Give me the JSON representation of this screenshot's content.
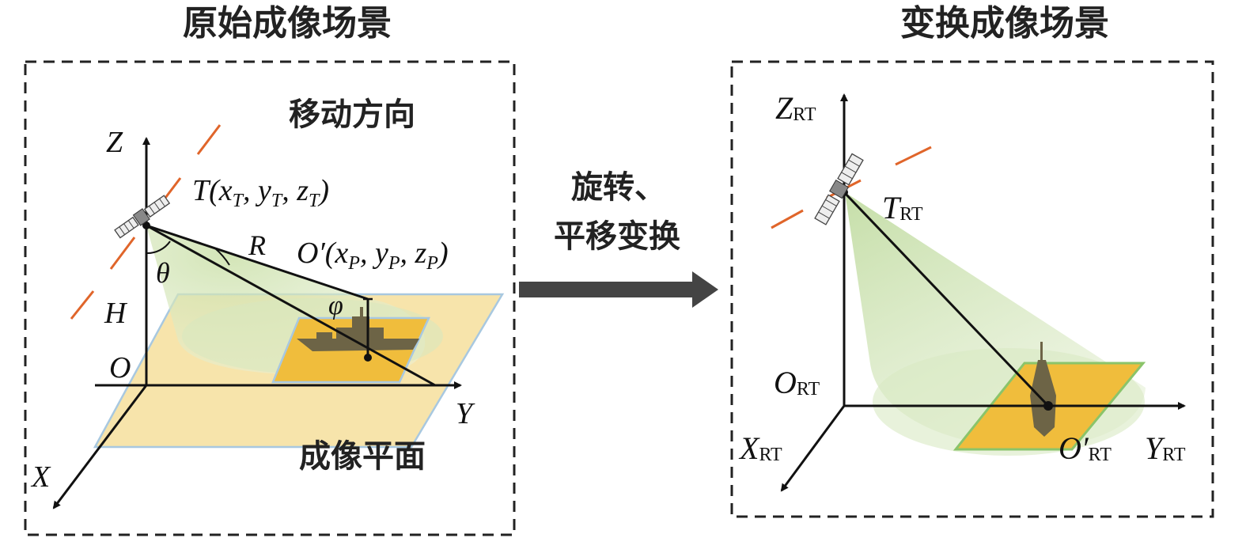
{
  "left_panel": {
    "title": "原始成像场景",
    "move_direction": "移动方向",
    "imaging_plane": "成像平面",
    "axis_z": "Z",
    "axis_y": "Y",
    "axis_x": "X",
    "origin": "O",
    "height": "H",
    "range": "R",
    "theta": "θ",
    "phi": "φ",
    "sensor_label": "T(x",
    "sensor_full": "T(xT, yT, zT)",
    "target_full": "O′(xP, yP, zP)"
  },
  "transform_label": {
    "line1": "旋转、",
    "line2": "平移变换"
  },
  "right_panel": {
    "title": "变换成像场景",
    "axis_z": "Z",
    "axis_y": "Y",
    "axis_x": "X",
    "origin": "O",
    "sensor": "T",
    "target": "O′",
    "subscript": "RT"
  },
  "colors": {
    "beam_green": "#a9cc7a",
    "plane_beige": "#f6e3a8",
    "plane_edge": "#a8c8e0",
    "target_gold": "#f0bd3c",
    "track_orange": "#e0652a",
    "arrow_gray": "#444444"
  }
}
